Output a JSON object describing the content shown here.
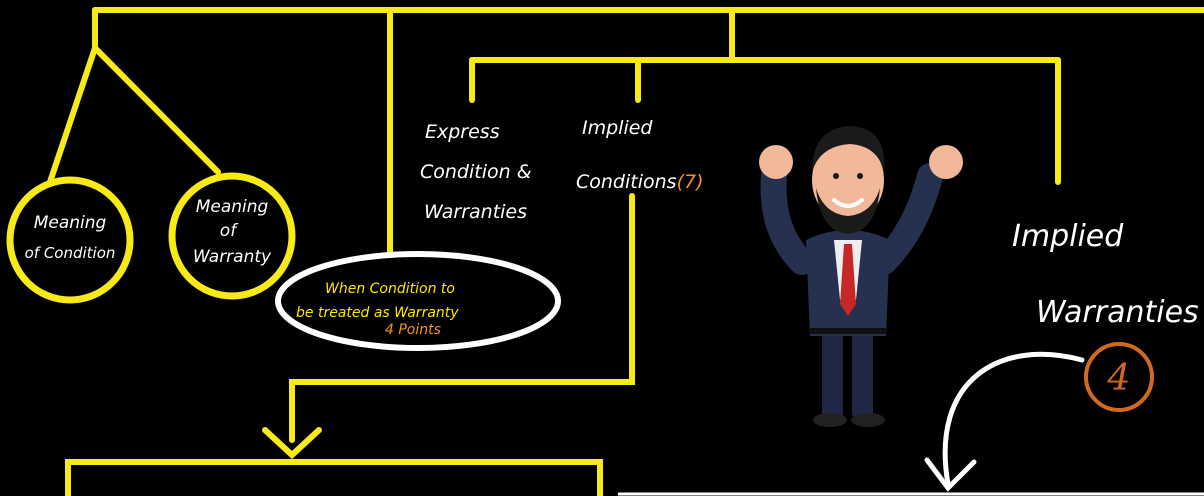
{
  "nodes": {
    "meaning_condition": [
      "Meaning",
      "of Condition"
    ],
    "meaning_warranty": [
      "Meaning",
      "of",
      "Warranty"
    ],
    "when_condition": {
      "line1": "When Condition to",
      "line2": "be treated as Warranty",
      "line3": "4 Points"
    },
    "express": [
      "Express",
      "Condition &",
      "Warranties"
    ],
    "implied_conditions": {
      "line1": "Implied",
      "line2": "Conditions",
      "count": "(7)"
    },
    "implied_warranties": {
      "line1": "Implied",
      "line2": "Warranties",
      "count": "4"
    }
  },
  "colors": {
    "background": "#000000",
    "line": "#f7ea17",
    "text": "#ffffff",
    "yellow_text": "#ffe600",
    "orange": "#f7931e",
    "count_circle": "#d2691e"
  },
  "icons": {
    "avatar": "cartoon-man-cheering-icon"
  }
}
